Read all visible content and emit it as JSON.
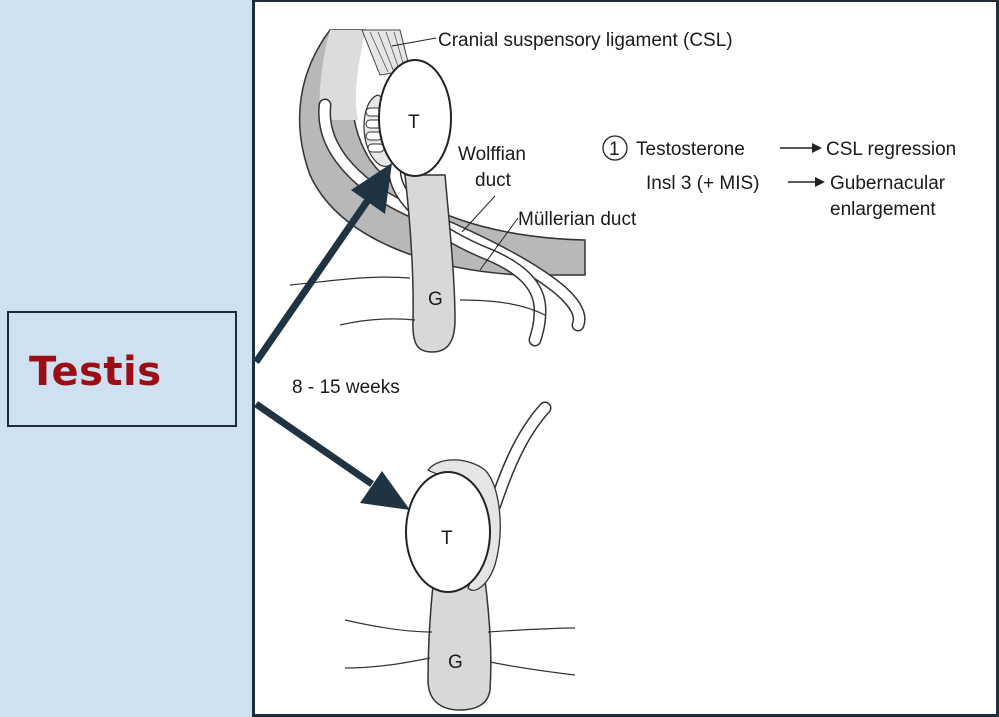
{
  "callout": {
    "label": "Testis"
  },
  "figure": {
    "top_stage": {
      "labels": {
        "csl": "Cranial suspensory ligament (CSL)",
        "testis": "T",
        "wolffian_line1": "Wolffian",
        "wolffian_line2": "duct",
        "mullerian": "Müllerian duct",
        "gubernaculum": "G"
      },
      "step_number": "1",
      "steps": {
        "line1_left": "Testosterone",
        "line1_right": "CSL regression",
        "line2_left": "Insl 3 (+ MIS)",
        "line2_right": "Gubernacular",
        "line3_right": "enlargement"
      }
    },
    "age_label": "8 - 15 weeks",
    "bottom_stage": {
      "labels": {
        "testis": "T",
        "gubernaculum": "G"
      }
    }
  },
  "colors": {
    "panel_bg": "#cfe0f1",
    "callout_text": "#9b0f14",
    "arrow": "#1f3342",
    "tissue_gray": "#c9c9c9"
  }
}
